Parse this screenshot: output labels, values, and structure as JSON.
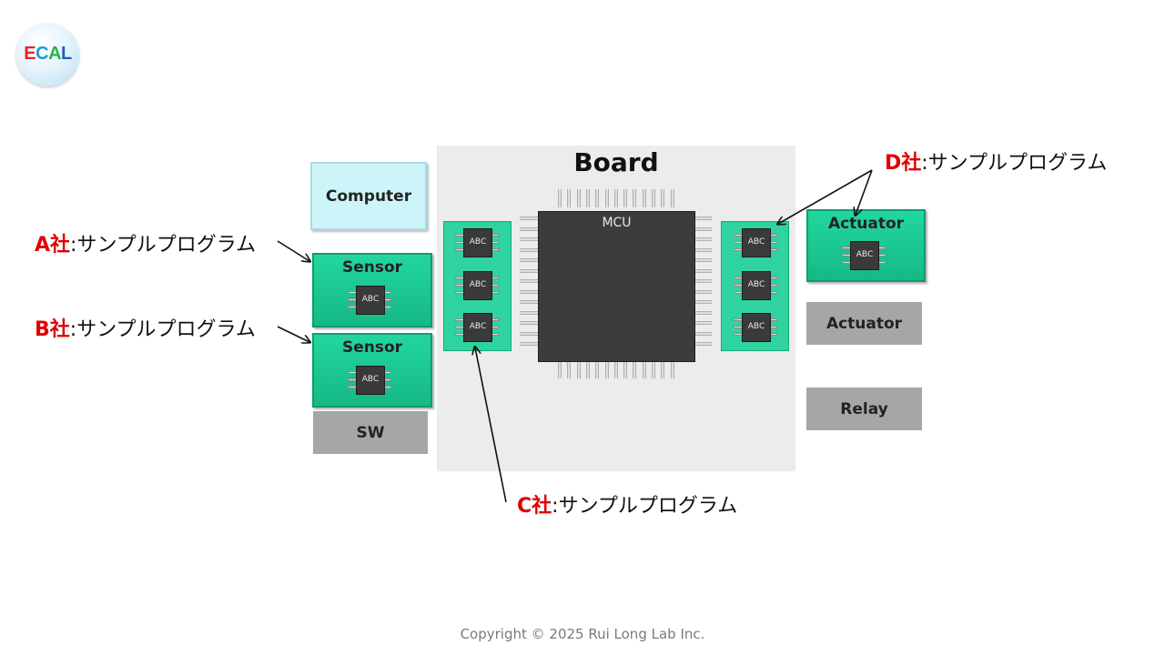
{
  "logo": {
    "letters": [
      "E",
      "C",
      "A",
      "L"
    ],
    "colors": [
      "#e4232e",
      "#1f9ad6",
      "#2bb24c",
      "#1f5fbd"
    ]
  },
  "board": {
    "title": "Board"
  },
  "mcu": {
    "label": "MCU"
  },
  "chip_label": "ABC",
  "devices": {
    "computer": "Computer",
    "sensor_1": "Sensor",
    "sensor_2": "Sensor",
    "sw": "SW",
    "actuator_1": "Actuator",
    "actuator_2": "Actuator",
    "relay": "Relay"
  },
  "callouts": {
    "a": {
      "company": "A社",
      "text": ":サンプルプログラム"
    },
    "b": {
      "company": "B社",
      "text": ":サンプルプログラム"
    },
    "c": {
      "company": "C社",
      "text": ":サンプルプログラム"
    },
    "d": {
      "company": "D社",
      "text": ":サンプルプログラム"
    }
  },
  "footer": "Copyright © 2025 Rui Long Lab Inc.",
  "colors": {
    "accent_red": "#e00000",
    "pcb_green": "#2ed3a0",
    "board_grey": "#ececec",
    "device_grey": "#a6a6a6",
    "computer_cyan": "#cdf5f9"
  }
}
